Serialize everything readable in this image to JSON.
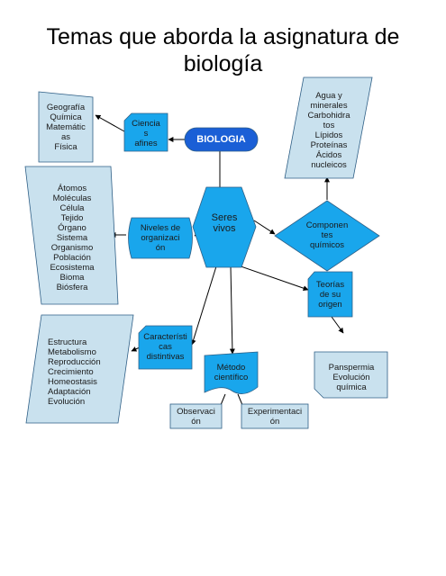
{
  "title_lines": [
    "Temas que aborda la asignatura de",
    "biología"
  ],
  "colors": {
    "node_blue": "#19a6ec",
    "light_blue": "#c9e1ee",
    "center_blue": "#1a5fd6",
    "stroke": "#2f5f86"
  },
  "nodes": {
    "biologia": {
      "lines": [
        "BIOLOGIA"
      ]
    },
    "ciencias_afines": {
      "lines": [
        "Ciencia",
        "s",
        "afines"
      ]
    },
    "ciencias_list": {
      "lines": [
        "Geografía",
        "Química",
        "Matemátic",
        "as",
        "Física"
      ]
    },
    "seres_vivos": {
      "lines": [
        "Seres",
        "vivos"
      ]
    },
    "niveles": {
      "lines": [
        "Niveles de",
        "organizaci",
        "ón"
      ]
    },
    "niveles_list": {
      "lines": [
        "Átomos",
        "Moléculas",
        "Célula",
        "Tejido",
        "Órgano",
        "Sistema",
        "Organismo",
        "Población",
        "Ecosistema",
        "Bioma",
        "Biósfera"
      ]
    },
    "componentes": {
      "lines": [
        "Componen",
        "tes",
        "químicos"
      ]
    },
    "componentes_list": {
      "lines": [
        "Agua y",
        "minerales",
        "Carbohidra",
        "tos",
        "Lípidos",
        "Proteínas",
        "Ácidos",
        "nucleicos"
      ]
    },
    "teorias": {
      "lines": [
        "Teorías",
        "de su",
        "origen"
      ]
    },
    "teorias_list": {
      "lines": [
        "Panspermia",
        "Evolución",
        "química"
      ]
    },
    "caracteristicas": {
      "lines": [
        "Característi",
        "cas",
        "distintivas"
      ]
    },
    "caracteristicas_list": {
      "lines": [
        "Estructura",
        "Metabolismo",
        "Reproducción",
        "Crecimiento",
        "Homeostasis",
        "Adaptación",
        "Evolución"
      ]
    },
    "metodo": {
      "lines": [
        "Método",
        "científico"
      ]
    },
    "observacion": {
      "lines": [
        "Observaci",
        "ón"
      ]
    },
    "experimentacion": {
      "lines": [
        "Experimentaci",
        "ón"
      ]
    }
  }
}
